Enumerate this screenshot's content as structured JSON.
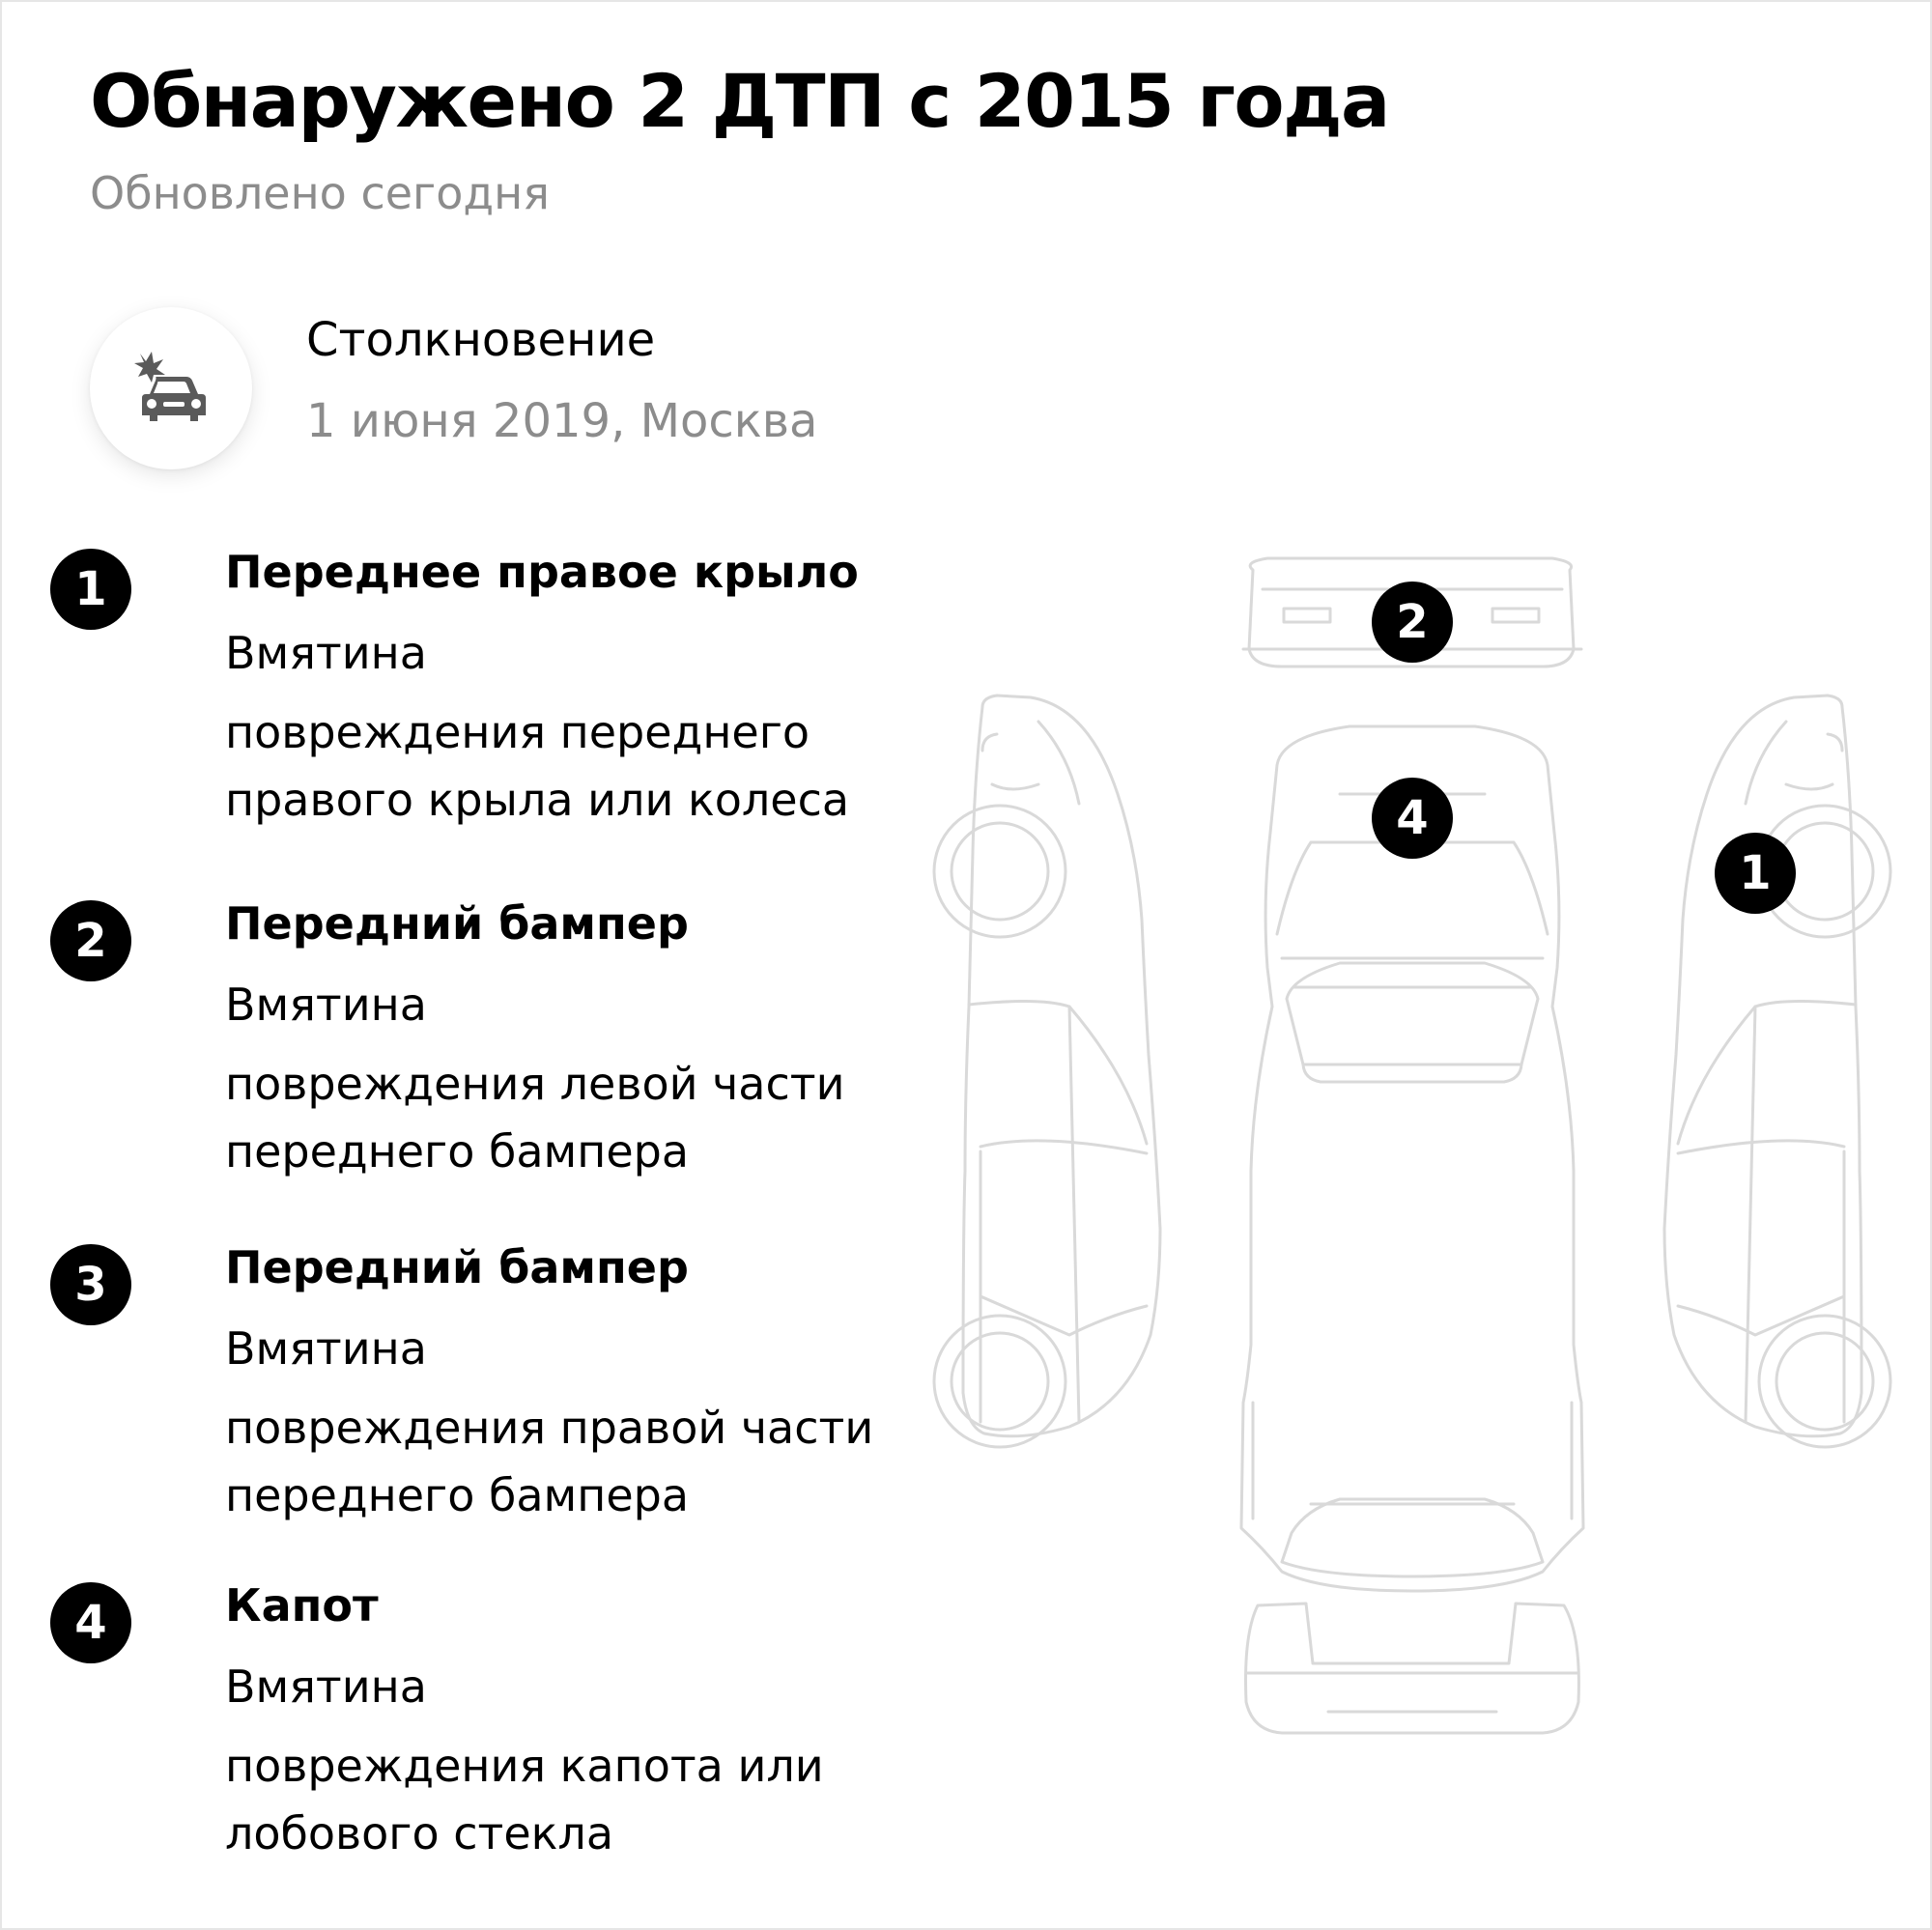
{
  "header": {
    "title": "Обнаружено 2 ДТП с 2015 года",
    "updated": "Обновлено сегодня"
  },
  "event": {
    "icon": "car-crash-icon",
    "type": "Столкновение",
    "date_place": "1 июня 2019, Москва"
  },
  "damages": [
    {
      "num": "1",
      "part": "Переднее правое крыло",
      "type": "Вмятина",
      "desc": "повреждения переднего правого крыла или колеса"
    },
    {
      "num": "2",
      "part": "Передний бампер",
      "type": "Вмятина",
      "desc": "повреждения левой части переднего бампера"
    },
    {
      "num": "3",
      "part": "Передний бампер",
      "type": "Вмятина",
      "desc": "повреждения правой части переднего бампера"
    },
    {
      "num": "4",
      "part": "Капот",
      "type": "Вмятина",
      "desc": "повреждения капота или лобового стекла"
    }
  ],
  "diagram": {
    "markers": [
      "2",
      "4",
      "1"
    ],
    "line_color": "#d9d9d9"
  }
}
